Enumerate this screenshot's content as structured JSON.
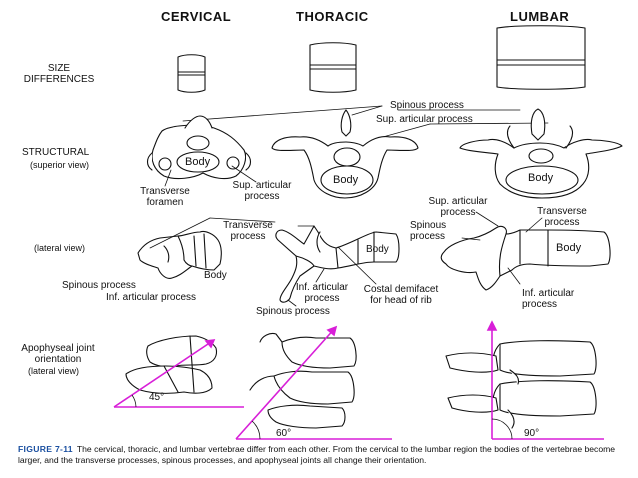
{
  "headers": {
    "cervical": "CERVICAL",
    "thoracic": "THORACIC",
    "lumbar": "LUMBAR"
  },
  "rows": {
    "size": "SIZE\nDIFFERENCES",
    "structural": "STRUCTURAL",
    "superior_view": "(superior view)",
    "lateral_view": "(lateral view)",
    "apophyseal": "Apophyseal joint\norientation",
    "apophyseal_lateral": "(lateral view)"
  },
  "superior_labels": {
    "spinous_process": "Spinous process",
    "sup_articular_top": "Sup. articular process",
    "body_c": "Body",
    "body_t": "Body",
    "body_l": "Body",
    "transverse_foramen": "Transverse\nforamen",
    "sup_articular_c": "Sup. articular\nprocess"
  },
  "lateral_labels": {
    "transverse_process_t": "Transverse\nprocess",
    "body_c": "Body",
    "spinous_process_c": "Spinous process",
    "inf_articular_c": "Inf. articular process",
    "inf_articular_t": "Inf. articular\nprocess",
    "spinous_process_t": "Spinous process",
    "costal_demifacet": "Costal demifacet\nfor head of rib",
    "body_t": "Body",
    "sup_articular_l": "Sup. articular\nprocess",
    "transverse_process_l": "Transverse\nprocess",
    "spinous_process_l": "Spinous\nprocess",
    "body_l": "Body",
    "inf_articular_l": "Inf. articular\nprocess"
  },
  "angles": {
    "cervical": "45°",
    "thoracic": "60°",
    "lumbar": "90°"
  },
  "caption": {
    "figure": "FIGURE 7-11",
    "text": "The cervical, thoracic, and lumbar vertebrae differ from each other. From the cervical to the lumbar region the bodies of the vertebrae become larger, and the transverse processes, spinous processes, and apophyseal joints all change their orientation."
  },
  "colors": {
    "arrow": "#d81fd8",
    "caption_title": "#1a4fa0"
  }
}
